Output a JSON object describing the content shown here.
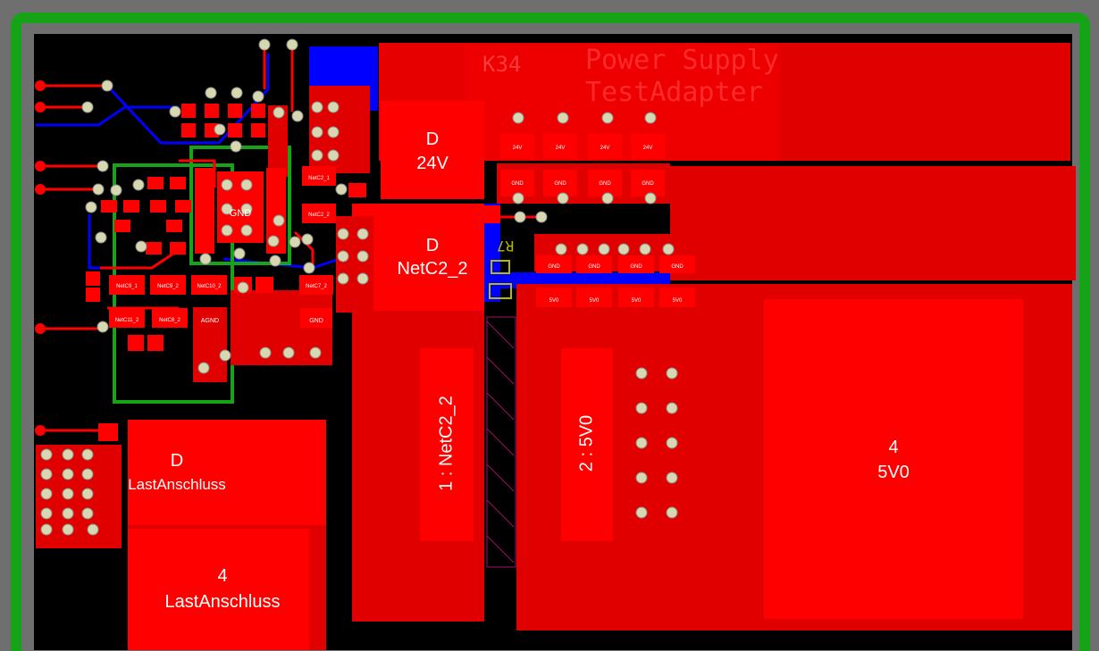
{
  "board": {
    "title_line1": "Power Supply",
    "title_line2": "TestAdapter",
    "ref": "K34",
    "silk_r7": "R7"
  },
  "pads": {
    "d_24v_net": "D",
    "d_24v_label": "24V",
    "d_netc2_net": "D",
    "d_netc2_label": "NetC2_2",
    "d_last_net": "D",
    "d_last_label": "LastAnschluss",
    "p4_last_num": "4",
    "p4_last_label": "LastAnschluss",
    "p4_5v0_num": "4",
    "p4_5v0_label": "5V0",
    "vert_netc2": "1 : NetC2_2",
    "vert_5v0": "2 : 5V0",
    "gnd_center": "GND",
    "agnd": "AGND",
    "gnd_small": "GND"
  },
  "small_pads": {
    "netc2_1": "NetC2_1",
    "netc2_2": "NetC2_2",
    "netc9_1": "NetC9_1",
    "netc9_2": "NetC9_2",
    "netc10_2": "NetC10_2",
    "netc7_2": "NetC7_2",
    "netc11_2": "NetC11_2",
    "netc8_2": "NetC8_2",
    "v24_a": "24V",
    "v24_b": "24V",
    "v24_c": "24V",
    "v24_d": "24V",
    "gnd_a": "GND",
    "gnd_b": "GND",
    "gnd_c": "GND",
    "gnd_d": "GND",
    "gnd_e": "GND",
    "gnd_f": "GND",
    "gnd_g": "GND",
    "gnd_h": "GND",
    "v5_a": "5V0",
    "v5_b": "5V0",
    "v5_c": "5V0",
    "v5_d": "5V0"
  },
  "colors": {
    "background": "#6f6f6f",
    "board_outline": "#17a317",
    "board_fill": "#000000",
    "top_copper": "#ff0000",
    "bottom_copper": "#0000ff",
    "silk": "#b8b800"
  }
}
